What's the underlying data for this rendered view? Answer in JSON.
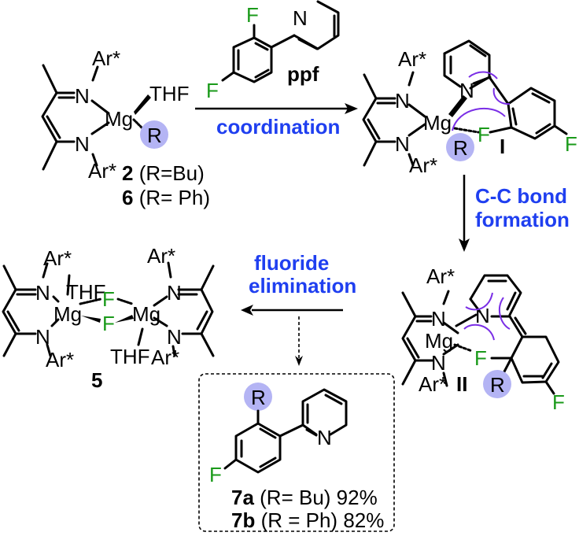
{
  "scheme": {
    "colors": {
      "accent_text": "#1f3ff0",
      "fluorine": "#1a9a1a",
      "r_highlight": "#b4b4f4",
      "electron_arrow": "#7a2ee6"
    },
    "atoms": {
      "ar": "Ar*",
      "n": "N",
      "mg": "Mg",
      "thf": "THF",
      "r": "R",
      "f": "F"
    },
    "compound_2_6": {
      "line1_num": "2",
      "line1_rest": " (R=Bu)",
      "line2_num": "6",
      "line2_rest": " (R= Ph)"
    },
    "reagent": {
      "name": "ppf"
    },
    "steps": {
      "coordination": "coordination",
      "cc_bond_line1": "C-C bond",
      "cc_bond_line2": "formation",
      "fluoride_line1": "fluoride",
      "fluoride_line2": "elimination"
    },
    "intermediates": {
      "I": "I",
      "II": "II"
    },
    "compound_5": {
      "label": "5"
    },
    "products": [
      {
        "num": "7a",
        "rest": " (R= Bu) 92%"
      },
      {
        "num": "7b",
        "rest": " (R = Ph) 82%"
      }
    ]
  }
}
